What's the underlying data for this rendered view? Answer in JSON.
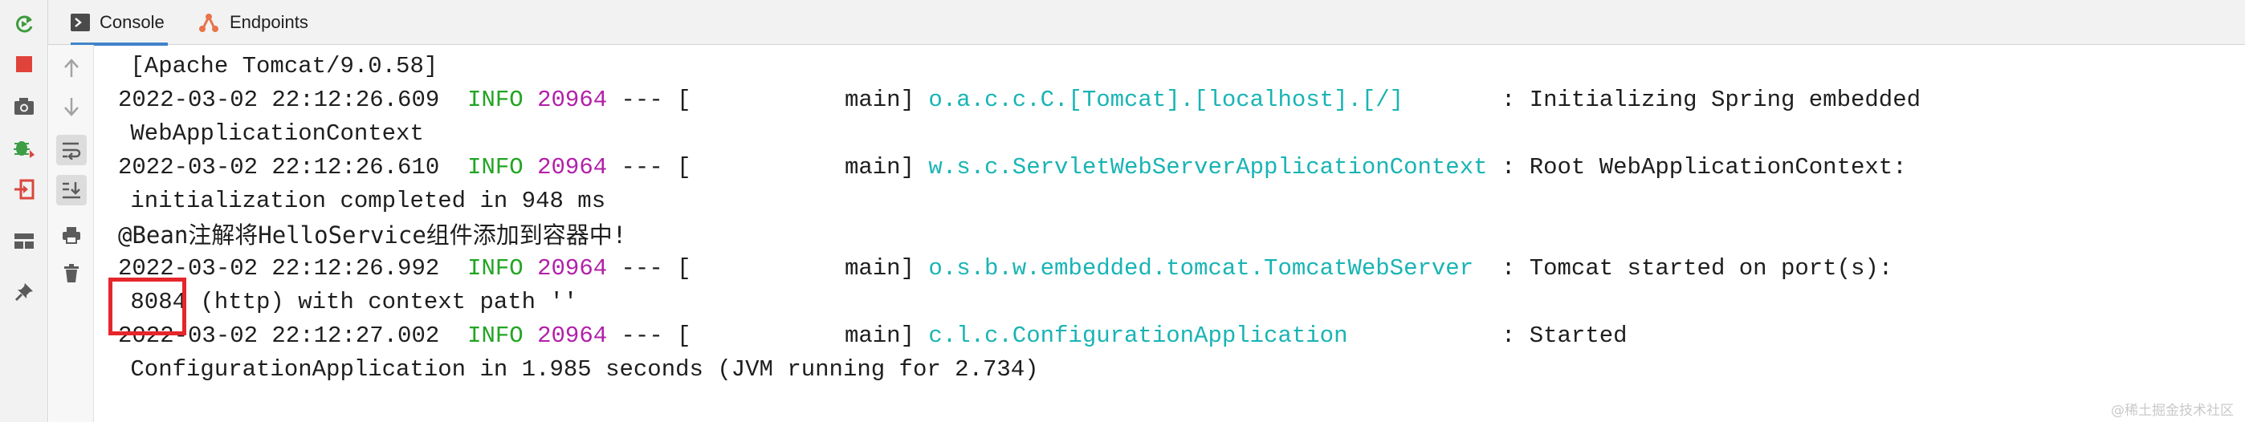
{
  "tabs": [
    {
      "label": "Console",
      "active": true,
      "icon": "console-icon"
    },
    {
      "label": "Endpoints",
      "active": false,
      "icon": "endpoints-icon"
    }
  ],
  "left_toolbar": [
    "rerun-icon",
    "stop-icon",
    "camera-icon",
    "debug-icon",
    "exit-icon",
    "layout-icon",
    "pin-icon"
  ],
  "gutter_toolbar": [
    "up-arrow-icon",
    "down-arrow-icon",
    "soft-wrap-icon",
    "scroll-to-end-icon",
    "print-icon",
    "trash-icon"
  ],
  "colors": {
    "info": "#22a524",
    "pid": "#b21fa9",
    "logger": "#19b4b4",
    "highlight": "#e5262b",
    "accent": "#4083c9"
  },
  "console": {
    "line0": " [Apache Tomcat/9.0.58]",
    "log1": {
      "ts": "2022-03-02 22:12:26.609",
      "level": "INFO",
      "pid": "20964",
      "mid": " --- [           main] ",
      "logger": "o.a.c.c.C.[Tomcat].[localhost].[/]",
      "msg": "       : Initializing Spring embedded"
    },
    "line2": " WebApplicationContext",
    "log2": {
      "ts": "2022-03-02 22:12:26.610",
      "level": "INFO",
      "pid": "20964",
      "mid": " --- [           main] ",
      "logger": "w.s.c.ServletWebServerApplicationContext",
      "msg": " : Root WebApplicationContext:"
    },
    "line4": " initialization completed in 948 ms",
    "line5": "@Bean注解将HelloService组件添加到容器中!",
    "log3": {
      "ts": "2022-03-02 22:12:26.992",
      "level": "INFO",
      "pid": "20964",
      "mid": " --- [           main] ",
      "logger": "o.s.b.w.embedded.tomcat.TomcatWebServer",
      "msg": "  : Tomcat started on port(s):"
    },
    "line7": " 8084 (http) with context path ''",
    "log4": {
      "ts": "2022-03-02 22:12:27.002",
      "level": "INFO",
      "pid": "20964",
      "mid": " --- [           main] ",
      "logger": "c.l.c.ConfigurationApplication",
      "msg": "           : Started"
    },
    "line9": " ConfigurationApplication in 1.985 seconds (JVM running for 2.734)"
  },
  "watermark": "@稀土掘金技术社区"
}
